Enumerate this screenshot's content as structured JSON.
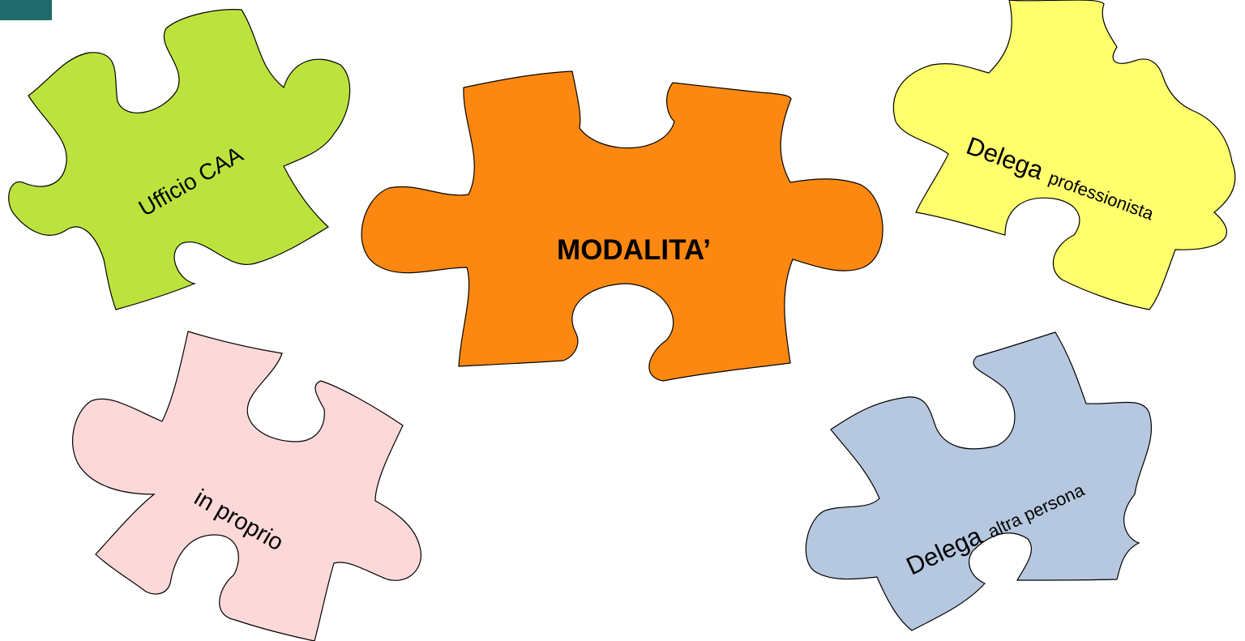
{
  "colors": {
    "corner_tab": "#1f6b6b",
    "outline": "#000000",
    "text": "#000000"
  },
  "pieces": [
    {
      "id": "ufficio",
      "fill": "#bce33d",
      "text_main": "Ufficio CAA",
      "text_small": ""
    },
    {
      "id": "modalita",
      "fill": "#fd8811",
      "text_main": "MODALITA’",
      "text_small": ""
    },
    {
      "id": "professionista",
      "fill": "#ffff6d",
      "text_main": "Delega",
      "text_small": "professionista"
    },
    {
      "id": "in-proprio",
      "fill": "#fdd8d8",
      "text_main": "in proprio",
      "text_small": ""
    },
    {
      "id": "altra-persona",
      "fill": "#b6c8df",
      "text_main": "Delega",
      "text_small": "altra persona"
    }
  ]
}
